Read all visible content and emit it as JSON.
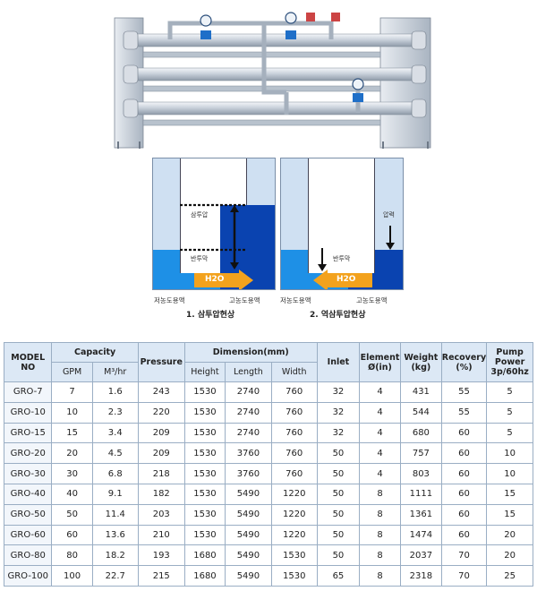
{
  "diagrams": [
    {
      "labels": {
        "osmotic": "삼투압",
        "membrane": "반투막",
        "water": "H2O",
        "low": "저농도용액",
        "high": "고농도용액"
      },
      "title": "1. 삼투압현상"
    },
    {
      "labels": {
        "pressure": "압력",
        "membrane": "반투막",
        "water": "H2O",
        "low": "저농도용액",
        "high": "고농도용액"
      },
      "title": "2. 역삼투압현상"
    }
  ],
  "colors": {
    "light_water": "#1e90e6",
    "dark_water": "#0a43b0",
    "tank_bg": "#cfe0f2",
    "arrow": "#f3a21d",
    "header_bg": "#dce8f5"
  },
  "table": {
    "headers": {
      "model": "MODEL NO",
      "capacity": "Capacity",
      "gpm": "GPM",
      "m3hr": "M³/hr",
      "pressure": "Pressure",
      "dimension": "Dimension(mm)",
      "height": "Height",
      "length": "Length",
      "width": "Width",
      "inlet": "Inlet",
      "element": "Element Ø(in)",
      "weight": "Weight (kg)",
      "recovery": "Recovery (%)",
      "pump": "Pump Power 3p/60hz"
    },
    "rows": [
      [
        "GRO-7",
        "7",
        "1.6",
        "243",
        "1530",
        "2740",
        "760",
        "32",
        "4",
        "431",
        "55",
        "5"
      ],
      [
        "GRO-10",
        "10",
        "2.3",
        "220",
        "1530",
        "2740",
        "760",
        "32",
        "4",
        "544",
        "55",
        "5"
      ],
      [
        "GRO-15",
        "15",
        "3.4",
        "209",
        "1530",
        "2740",
        "760",
        "32",
        "4",
        "680",
        "60",
        "5"
      ],
      [
        "GRO-20",
        "20",
        "4.5",
        "209",
        "1530",
        "3760",
        "760",
        "50",
        "4",
        "757",
        "60",
        "10"
      ],
      [
        "GRO-30",
        "30",
        "6.8",
        "218",
        "1530",
        "3760",
        "760",
        "50",
        "4",
        "803",
        "60",
        "10"
      ],
      [
        "GRO-40",
        "40",
        "9.1",
        "182",
        "1530",
        "5490",
        "1220",
        "50",
        "8",
        "1111",
        "60",
        "15"
      ],
      [
        "GRO-50",
        "50",
        "11.4",
        "203",
        "1530",
        "5490",
        "1220",
        "50",
        "8",
        "1361",
        "60",
        "15"
      ],
      [
        "GRO-60",
        "60",
        "13.6",
        "210",
        "1530",
        "5490",
        "1220",
        "50",
        "8",
        "1474",
        "60",
        "20"
      ],
      [
        "GRO-80",
        "80",
        "18.2",
        "193",
        "1680",
        "5490",
        "1530",
        "50",
        "8",
        "2037",
        "70",
        "20"
      ],
      [
        "GRO-100",
        "100",
        "22.7",
        "215",
        "1680",
        "5490",
        "1530",
        "65",
        "8",
        "2318",
        "70",
        "25"
      ]
    ]
  }
}
